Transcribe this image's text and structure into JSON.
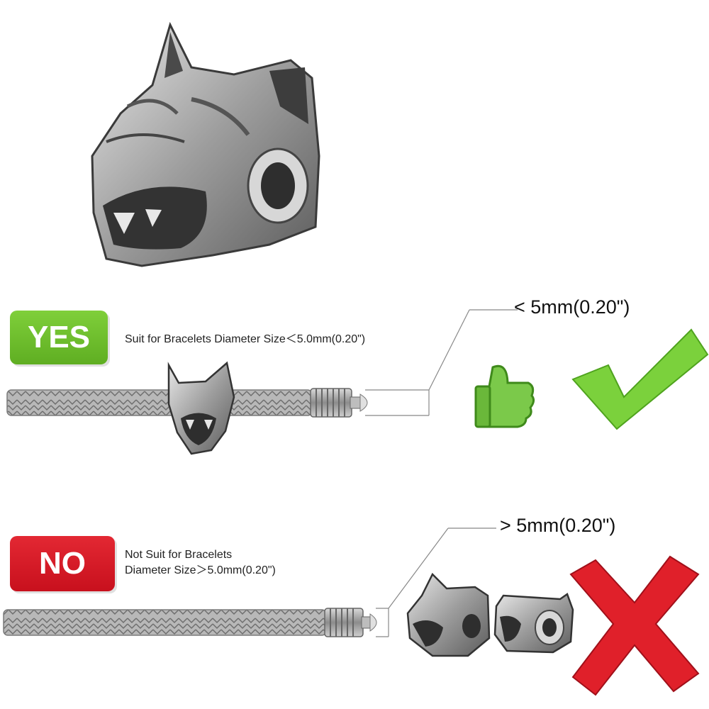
{
  "yes_section": {
    "badge": "YES",
    "description": "Suit for Bracelets Diameter Size＜5.0mm(0.20\")",
    "measure": "< 5mm(0.20\")"
  },
  "no_section": {
    "badge": "NO",
    "description_line1": "Not Suit for Bracelets",
    "description_line2": "Diameter Size＞5.0mm(0.20\")",
    "measure": "> 5mm(0.20\")"
  },
  "colors": {
    "yes_green": "#6cc02d",
    "no_red": "#d81b26",
    "check_green": "#7bd13c",
    "cross_red": "#e0202a",
    "metal": "#9a9a9a"
  },
  "icons": [
    "wolf-head-bead",
    "thumbs-up-icon",
    "checkmark-icon",
    "cross-icon",
    "snake-chain-bracelet"
  ]
}
